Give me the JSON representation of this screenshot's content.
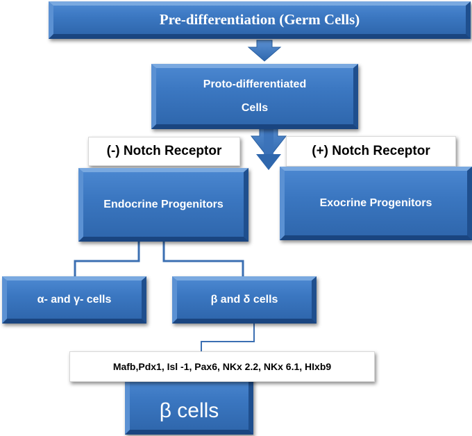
{
  "diagram": {
    "pre_differentiation": "Pre-differentiation (Germ Cells)",
    "proto_line1": "Proto-differentiated",
    "proto_line2": "Cells",
    "notch_negative": "(-) Notch  Receptor",
    "notch_positive": "(+)  Notch Receptor",
    "endocrine": "Endocrine Progenitors",
    "exocrine": "Exocrine  Progenitors",
    "alpha_gamma": "α- and γ- cells",
    "beta_delta": "β and δ cells",
    "markers": "Mafb,Pdx1, Isl -1, Pax6, NKx 2.2, NKx 6.1, HIxb9",
    "beta_cells": "β cells"
  },
  "colors": {
    "box_blue": "#3b77c1",
    "connector_blue": "#3b6fb2"
  }
}
